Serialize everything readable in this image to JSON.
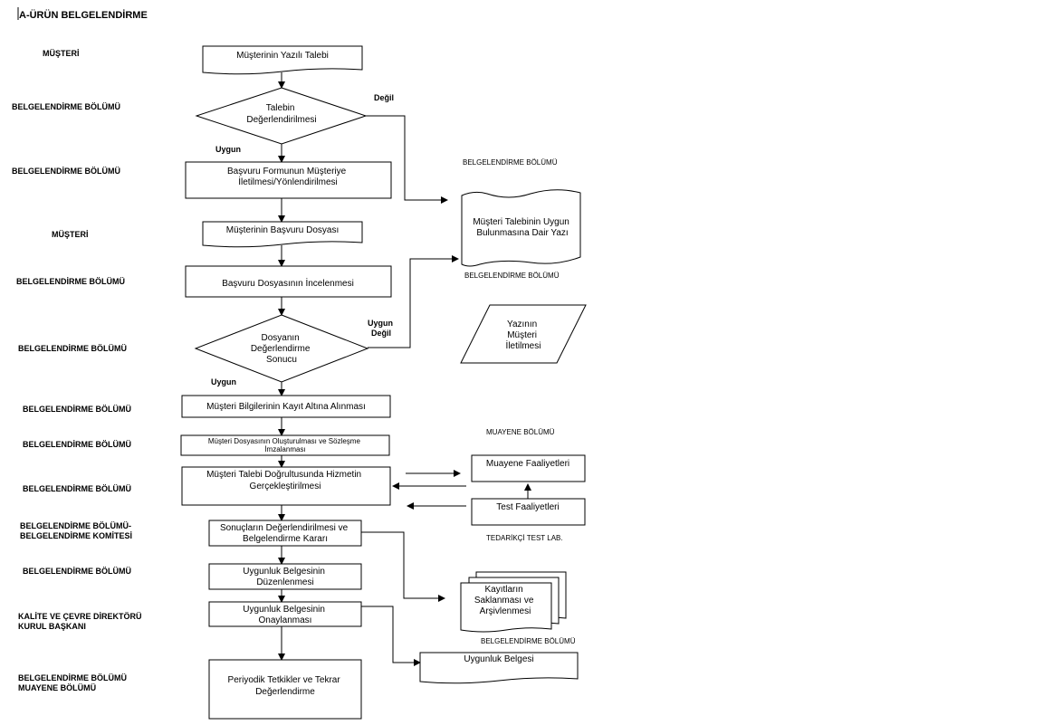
{
  "title": "A-ÜRÜN BELGELENDİRME",
  "lanes": [
    "MÜŞTERİ",
    "BELGELENDİRME BÖLÜMÜ",
    "BELGELENDİRME BÖLÜMÜ",
    "MÜŞTERİ",
    "BELGELENDİRME BÖLÜMÜ",
    "BELGELENDİRME BÖLÜMÜ",
    "BELGELENDİRME BÖLÜMÜ",
    "BELGELENDİRME BÖLÜMÜ",
    "BELGELENDİRME BÖLÜMÜ",
    [
      "BELGELENDİRME BÖLÜMÜ-",
      "BELGELENDİRME KOMİTESİ"
    ],
    "BELGELENDİRME BÖLÜMÜ",
    [
      "KALİTE VE ÇEVRE DİREKTÖRÜ",
      "KURUL BAŞKANI"
    ],
    [
      "BELGELENDİRME BÖLÜMÜ",
      "MUAYENE BÖLÜMÜ"
    ]
  ],
  "steps": {
    "request": [
      "Müşterinin Yazılı Talebi"
    ],
    "evaluate": [
      "Talebin",
      "Değerlendirilmesi"
    ],
    "forward": [
      "Başvuru Formunun Müşteriye",
      "İletilmesi/Yönlendirilmesi"
    ],
    "file": [
      "Müşterinin Başvuru Dosyası"
    ],
    "review": [
      "Başvuru Dosyasının İncelenmesi"
    ],
    "result": [
      "Dosyanın",
      "Değerlendirme",
      "Sonucu"
    ],
    "record": [
      "Müşteri Bilgilerinin Kayıt Altına Alınması"
    ],
    "contract": [
      "Müşteri Dosyasının Oluşturulması ve Sözleşme",
      "İmzalanması"
    ],
    "service": [
      "Müşteri Talebi Doğrultusunda Hizmetin",
      "Gerçekleştirilmesi"
    ],
    "decision": [
      "Sonuçların Değerlendirilmesi ve",
      "Belgelendirme Kararı"
    ],
    "prepare": [
      "Uygunluk Belgesinin",
      "Düzenlenmesi"
    ],
    "approve": [
      "Uygunluk Belgesinin",
      "Onaylanması"
    ],
    "periodic": [
      "Periyodik Tetkikler ve Tekrar",
      "Değerlendirme"
    ]
  },
  "side": {
    "letter": [
      "Müşteri Talebinin Uygun",
      "Bulunmasına Dair Yazı"
    ],
    "letter_top": "BELGELENDİRME BÖLÜMÜ",
    "letter_bottom": "BELGELENDİRME BÖLÜMÜ",
    "notify": [
      "Yazının",
      "Müşteri",
      "İletilmesi"
    ],
    "inspection_dept": "MUAYENE BÖLÜMÜ",
    "inspection": "Muayene Faaliyetleri",
    "test": "Test Faaliyetleri",
    "supplier": "TEDARİKÇİ TEST LAB.",
    "archive": [
      "Kayıtların",
      "Saklanması ve",
      "Arşivlenmesi"
    ],
    "archive_label": "BELGELENDİRME BÖLÜMÜ",
    "certificate": "Uygunluk Belgesi"
  },
  "edges": {
    "not_ok": "Değil",
    "ok": "Uygun",
    "ok_not_1": "Uygun",
    "ok_not_2": "Değil",
    "ok2": "Uygun"
  }
}
